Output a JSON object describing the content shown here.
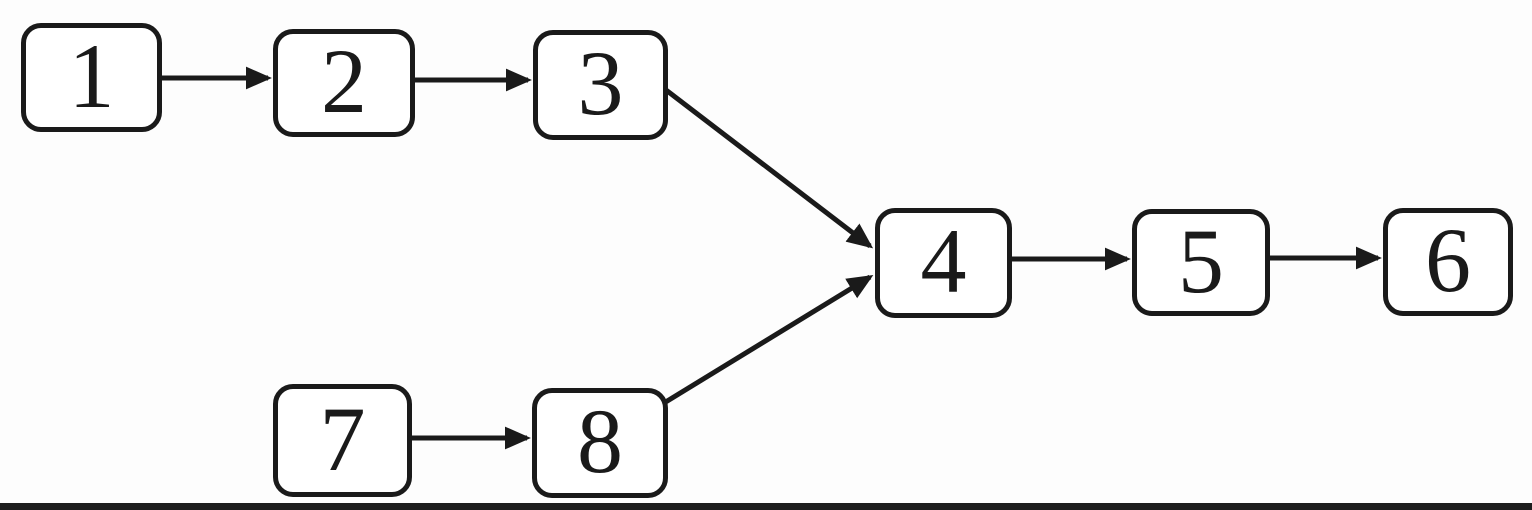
{
  "diagram": {
    "type": "flowchart",
    "description": "Eight rounded rectangular nodes numbered 1-8 connected by arrows; chains 1-2-3 and 7-8 merge into node 4, then continue 4-5-6",
    "background_color": "#fdfdfd",
    "node_fill_color": "#ffffff",
    "stroke_color": "#1a1a1a",
    "nodes": [
      {
        "id": "1",
        "label": "1"
      },
      {
        "id": "2",
        "label": "2"
      },
      {
        "id": "3",
        "label": "3"
      },
      {
        "id": "4",
        "label": "4"
      },
      {
        "id": "5",
        "label": "5"
      },
      {
        "id": "6",
        "label": "6"
      },
      {
        "id": "7",
        "label": "7"
      },
      {
        "id": "8",
        "label": "8"
      }
    ],
    "edges": [
      {
        "from": "1",
        "to": "2"
      },
      {
        "from": "2",
        "to": "3"
      },
      {
        "from": "3",
        "to": "4"
      },
      {
        "from": "7",
        "to": "8"
      },
      {
        "from": "8",
        "to": "4"
      },
      {
        "from": "4",
        "to": "5"
      },
      {
        "from": "5",
        "to": "6"
      }
    ]
  },
  "footer": {
    "bar_color": "#1d1d1d"
  }
}
